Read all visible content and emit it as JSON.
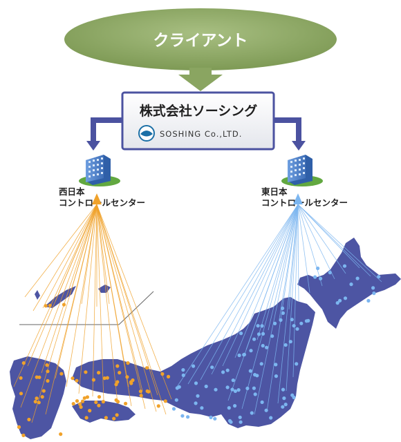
{
  "client": {
    "label": "クライアント",
    "fill_color": "#8aa561"
  },
  "company": {
    "name": "株式会社ソーシング",
    "logo_text": "SOSHING Co.,LTD.",
    "border_color": "#4b52a0"
  },
  "west_center": {
    "region": "西日本",
    "name": "コントロールセンター",
    "line_color": "#f0a22b"
  },
  "east_center": {
    "region": "東日本",
    "name": "コントロールセンター",
    "line_color": "#7cb6f0"
  },
  "colors": {
    "map": "#4d55a3",
    "arrow_green": "#8aa561",
    "arrow_blue": "#4b52a0",
    "building": "#5a8fd6"
  }
}
